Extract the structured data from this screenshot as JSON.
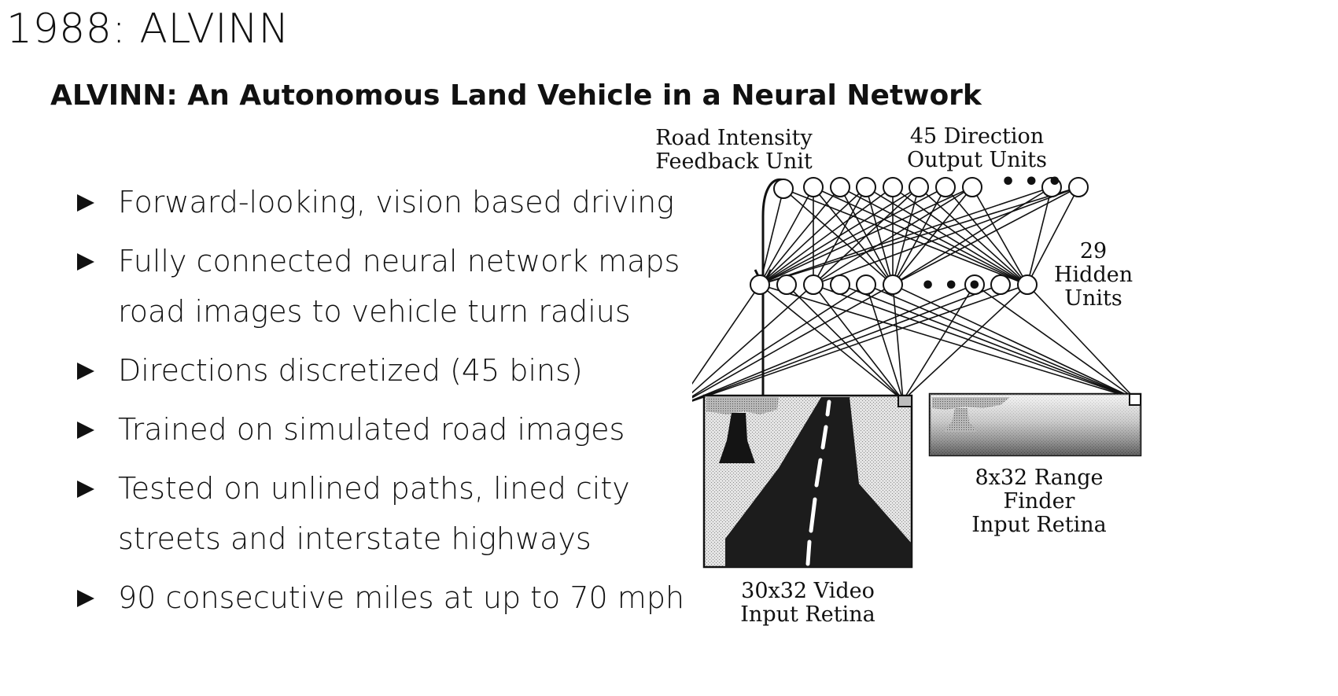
{
  "title": "1988: ALVINN",
  "subtitle": "ALVINN: An Autonomous Land Vehicle in a Neural Network",
  "bullets": [
    {
      "line1": "Forward-looking, vision based driving",
      "line2": ""
    },
    {
      "line1": "Fully connected neural network maps",
      "line2": "road images to vehicle turn radius"
    },
    {
      "line1": "Directions discretized (45 bins)",
      "line2": ""
    },
    {
      "line1": "Trained on simulated road images",
      "line2": ""
    },
    {
      "line1": "Tested on unlined paths, lined city",
      "line2": "streets and interstate highways"
    },
    {
      "line1": "90 consecutive miles at up to 70 mph",
      "line2": ""
    }
  ],
  "diagram": {
    "feedback_label_1": "Road Intensity",
    "feedback_label_2": "Feedback Unit",
    "output_label_1": "45 Direction",
    "output_label_2": "Output Units",
    "hidden_label_1": "29",
    "hidden_label_2": "Hidden",
    "hidden_label_3": "Units",
    "video_label_1": "30x32 Video",
    "video_label_2": "Input Retina",
    "range_label_1": "8x32 Range Finder",
    "range_label_2": "Input Retina",
    "ellipsis": "• • •"
  }
}
